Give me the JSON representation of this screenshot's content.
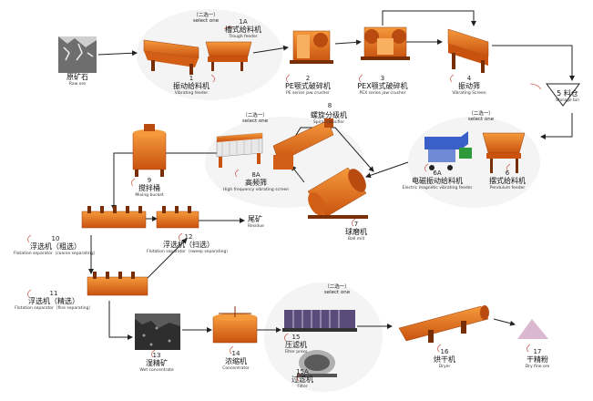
{
  "selectors": {
    "choice_cn": "（二选一）",
    "choice_en": "select one",
    "step8": "8"
  },
  "steps": {
    "raw": {
      "cn": "原矿石",
      "en": "Raw ore"
    },
    "s1": {
      "num": "1",
      "cn": "振动给料机",
      "en": "Vibrating feeder"
    },
    "s1a": {
      "num": "1A",
      "cn": "槽式给料机",
      "en": "Trough feeder"
    },
    "s2": {
      "num": "2",
      "cn": "PE颚式破碎机",
      "en": "PE series jaw crusher"
    },
    "s3": {
      "num": "3",
      "cn": "PEX颚式破碎机",
      "en": "PEX series jaw crusher"
    },
    "s4": {
      "num": "4",
      "cn": "振动筛",
      "en": "Vibrating Screen"
    },
    "s5": {
      "num": "5",
      "cn": "料仓",
      "en": "Storage bin"
    },
    "s6": {
      "num": "6",
      "cn": "摆式给料机",
      "en": "Pendulum feeder"
    },
    "s6a": {
      "num": "6A",
      "cn": "电磁振动给料机",
      "en": "Electric magnetic vibrating feeder"
    },
    "s7": {
      "num": "7",
      "cn": "球磨机",
      "en": "Ball mill"
    },
    "spiral": {
      "cn": "螺旋分级机",
      "en": "Spiral classifier"
    },
    "s8a": {
      "num": "8A",
      "cn": "高频筛",
      "en": "High frequency vibrating screen"
    },
    "s9": {
      "num": "9",
      "cn": "搅拌桶",
      "en": "Mixing bucket"
    },
    "s10": {
      "num": "10",
      "cn": "浮选机（粗选）",
      "en": "Flotation separator（coarse separating）"
    },
    "residue": {
      "cn": "尾矿",
      "en": "Residue"
    },
    "s12": {
      "num": "12",
      "cn": "浮选机（扫选）",
      "en": "Flotation separator（sweep separating）"
    },
    "s11": {
      "num": "11",
      "cn": "浮选机（精选）",
      "en": "Flotation separator（fine separating）"
    },
    "s13": {
      "num": "13",
      "cn": "湿精矿",
      "en": "Wet concentrate"
    },
    "s14": {
      "num": "14",
      "cn": "浓缩机",
      "en": "Concentrator"
    },
    "s15": {
      "num": "15",
      "cn": "压滤机",
      "en": "Filter press"
    },
    "s15a": {
      "num": "15A",
      "cn": "过滤机",
      "en": "Filter"
    },
    "s16": {
      "num": "16",
      "cn": "烘干机",
      "en": "Dryer"
    },
    "s17": {
      "num": "17",
      "cn": "干精粉",
      "en": "Dry fine ore"
    }
  },
  "colors": {
    "machine": "#e8741e",
    "machine_dark": "#b94a10",
    "arrow": "#222222",
    "ellipse": "#f4f4f4",
    "screen_blue": "#3a5fc8",
    "ore_gray": "#8a8a8a",
    "powder": "#d9b8d0"
  },
  "icons": [
    "trough-feeder-icon",
    "vibrating-feeder-icon",
    "jaw-crusher-icon",
    "vibrating-screen-icon",
    "storage-bin-icon",
    "pendulum-feeder-icon",
    "magnetic-feeder-icon",
    "ball-mill-icon",
    "spiral-classifier-icon",
    "hf-screen-icon",
    "mixing-tank-icon",
    "flotation-cell-icon",
    "wet-concentrate-icon",
    "concentrator-icon",
    "filter-press-icon",
    "filter-icon",
    "dryer-icon",
    "dry-powder-icon",
    "raw-ore-icon"
  ]
}
